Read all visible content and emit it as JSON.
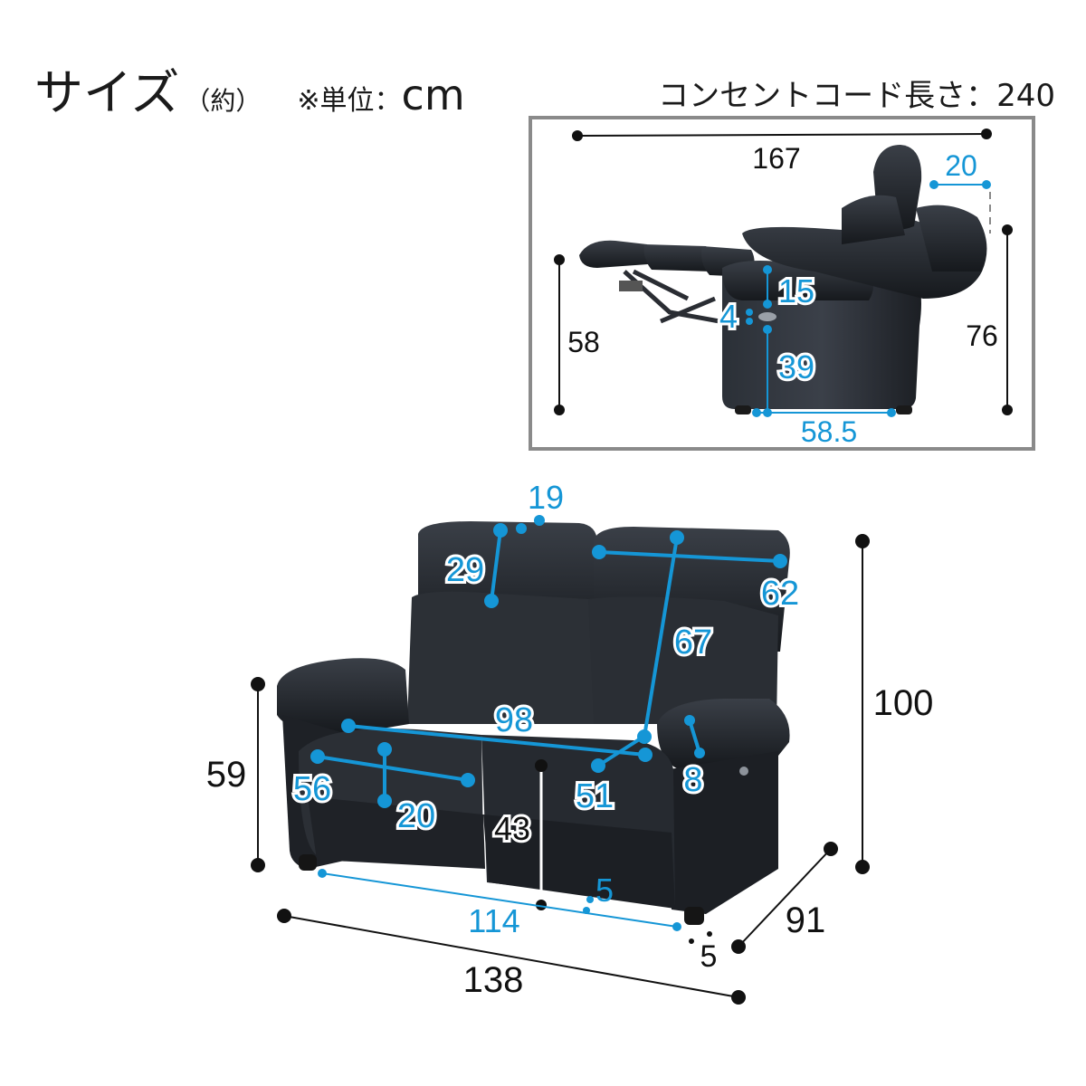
{
  "header": {
    "title": "サイズ",
    "approx": "（約）",
    "unit_label": "※単位：",
    "unit_value": "cm",
    "cord_length": "コンセントコード長さ：240"
  },
  "side_view": {
    "width": "167",
    "headrest_tilt": "20",
    "left_height": "58",
    "right_height": "76",
    "arm_to_console": "15",
    "console_height": "4",
    "console_from_floor": "39",
    "base_depth": "58.5"
  },
  "front_view": {
    "headrest_width": "19",
    "headrest_height": "29",
    "back_width": "62",
    "back_height": "67",
    "seat_width": "98",
    "left_seat_width": "56",
    "seat_cushion_depth": "20",
    "seat_height": "43",
    "right_seat_depth": "51",
    "arm_width": "8",
    "arm_height": "59",
    "total_height": "100",
    "depth": "91",
    "inner_width": "114",
    "gap_center": "5",
    "leg_height": "5",
    "total_width": "138"
  },
  "colors": {
    "blue": "#1596d6",
    "black": "#111111",
    "sofa": "#23272d",
    "frame": "#8a8a8a"
  }
}
